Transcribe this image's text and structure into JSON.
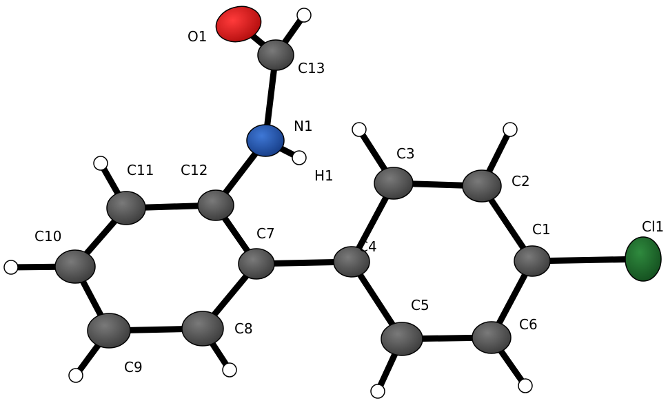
{
  "molecule": {
    "atoms": [
      {
        "id": "O1",
        "element": "O",
        "label": "O1"
      },
      {
        "id": "C13",
        "element": "C",
        "label": "C13"
      },
      {
        "id": "N1",
        "element": "N",
        "label": "N1"
      },
      {
        "id": "H1",
        "element": "H",
        "label": "H1"
      },
      {
        "id": "C12",
        "element": "C",
        "label": "C12"
      },
      {
        "id": "C11",
        "element": "C",
        "label": "C11"
      },
      {
        "id": "C10",
        "element": "C",
        "label": "C10"
      },
      {
        "id": "C9",
        "element": "C",
        "label": "C9"
      },
      {
        "id": "C8",
        "element": "C",
        "label": "C8"
      },
      {
        "id": "C7",
        "element": "C",
        "label": "C7"
      },
      {
        "id": "C4",
        "element": "C",
        "label": "C4"
      },
      {
        "id": "C3",
        "element": "C",
        "label": "C3"
      },
      {
        "id": "C2",
        "element": "C",
        "label": "C2"
      },
      {
        "id": "C1",
        "element": "C",
        "label": "C1"
      },
      {
        "id": "C6",
        "element": "C",
        "label": "C6"
      },
      {
        "id": "C5",
        "element": "C",
        "label": "C5"
      },
      {
        "id": "Cl1",
        "element": "Cl",
        "label": "Cl1"
      }
    ],
    "element_colors": {
      "C": "#4a4a4a",
      "N": "#1e4fa8",
      "O": "#d21414",
      "Cl": "#1f6b2c",
      "H": "#ffffff"
    }
  }
}
